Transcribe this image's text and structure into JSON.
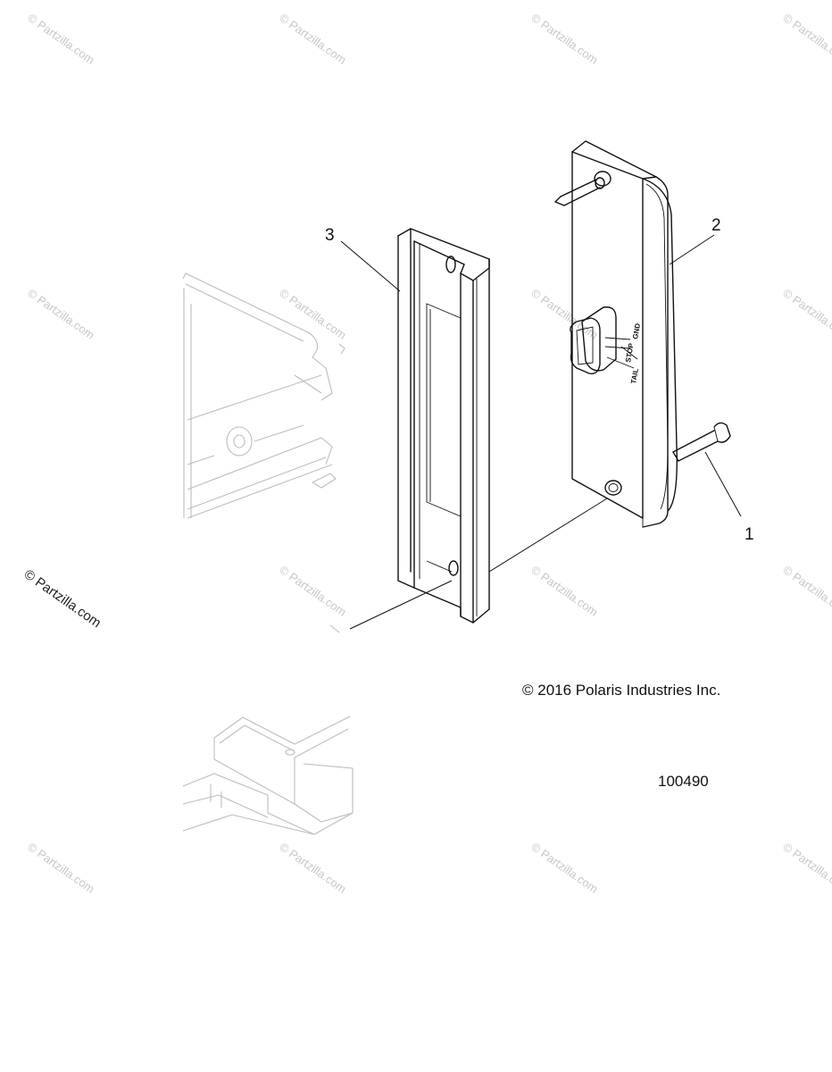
{
  "watermarks": {
    "repeat_text": "© Partzilla.com",
    "side_text": "© Partzilla.com"
  },
  "callouts": [
    {
      "id": "1",
      "label": "1"
    },
    {
      "id": "2",
      "label": "2"
    },
    {
      "id": "3",
      "label": "3"
    }
  ],
  "connector_pins": {
    "gnd": "GND",
    "stop": "STOP",
    "tail": "TAIL"
  },
  "copyright": "© 2016 Polaris Industries Inc.",
  "diagram_number": "100490"
}
